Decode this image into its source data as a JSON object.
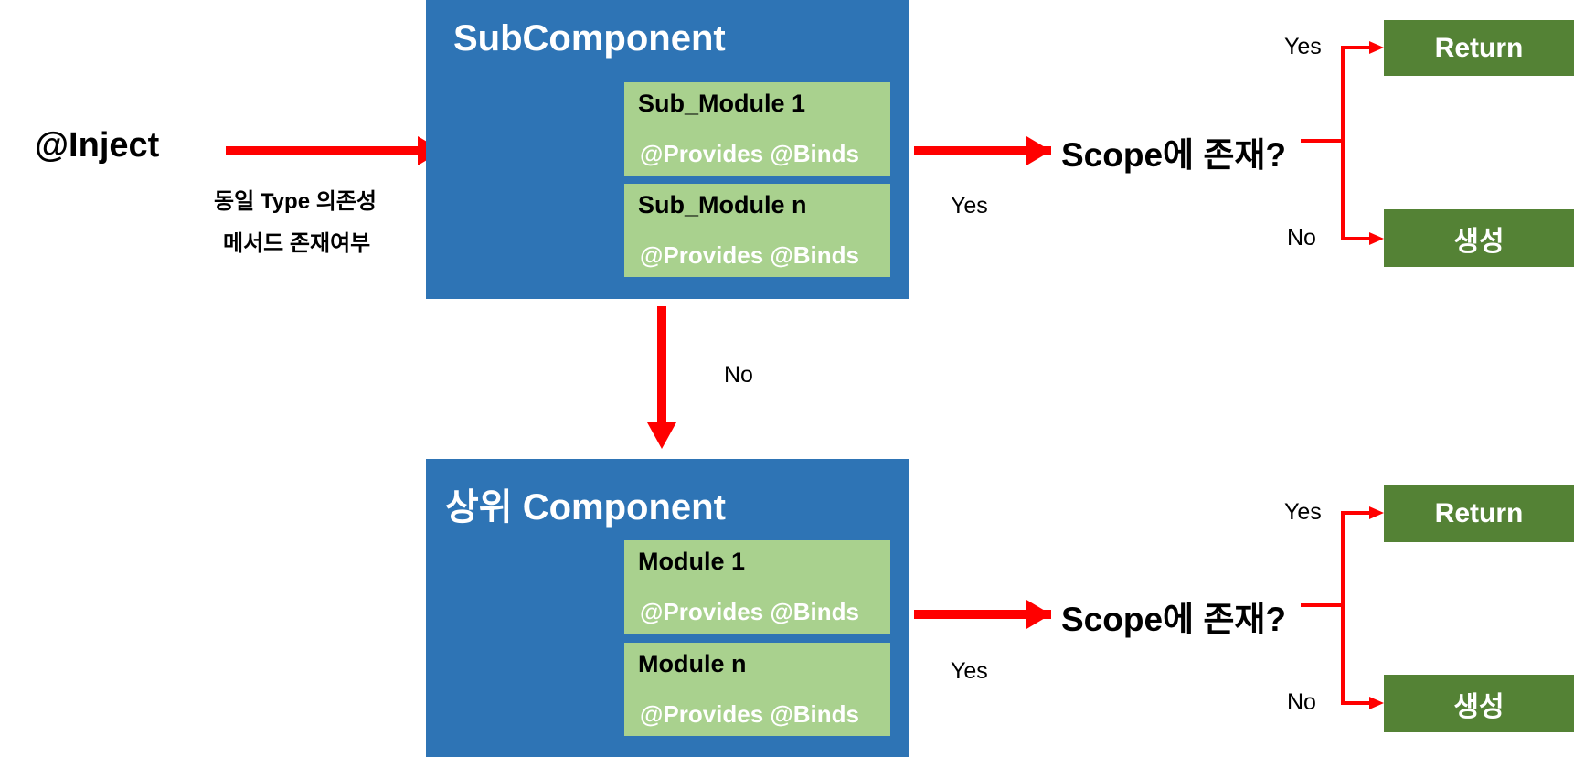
{
  "inject": {
    "label": "@Inject"
  },
  "search_note": {
    "line1": "동일 Type 의존성",
    "line2": "메서드 존재여부"
  },
  "subcomponent": {
    "title": "SubComponent",
    "modules": [
      {
        "name": "Sub_Module 1",
        "annotations": "@Provides @Binds"
      },
      {
        "name": "Sub_Module n",
        "annotations": "@Provides @Binds"
      }
    ]
  },
  "parent_component": {
    "title": "상위 Component",
    "modules": [
      {
        "name": "Module 1",
        "annotations": "@Provides @Binds"
      },
      {
        "name": "Module n",
        "annotations": "@Provides @Binds"
      }
    ]
  },
  "edges": {
    "sub_to_scope": "Yes",
    "sub_to_parent": "No",
    "parent_to_scope": "Yes"
  },
  "scope_check_top": {
    "question": "Scope에 존재?",
    "yes_label": "Yes",
    "no_label": "No",
    "yes_result": "Return",
    "no_result": "생성"
  },
  "scope_check_bottom": {
    "question": "Scope에 존재?",
    "yes_label": "Yes",
    "no_label": "No",
    "yes_result": "Return",
    "no_result": "생성"
  },
  "colors": {
    "component": "#2e74b5",
    "module": "#a9d18e",
    "result": "#548235",
    "arrow": "#ff0000"
  }
}
